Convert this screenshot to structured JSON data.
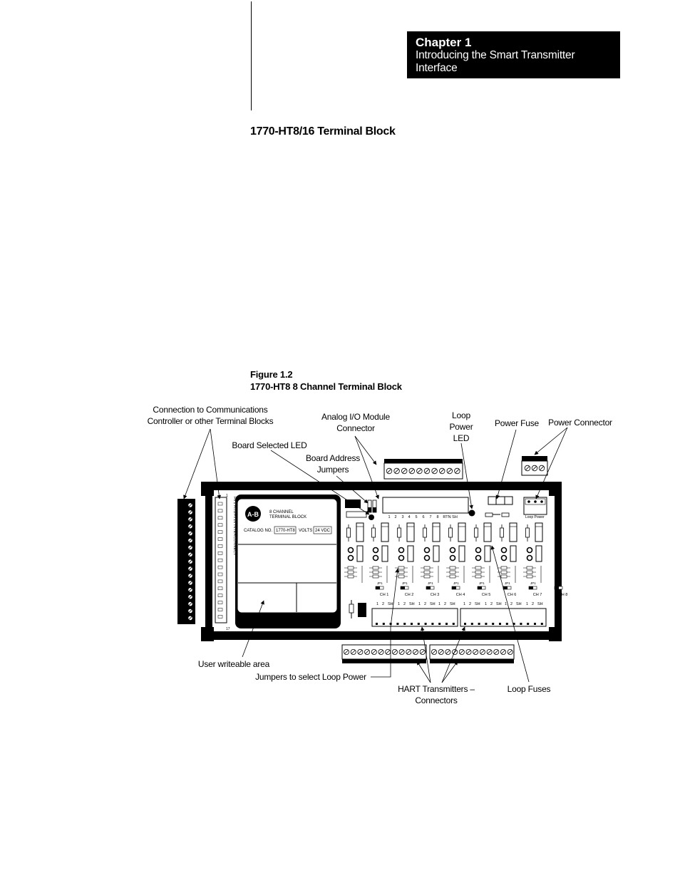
{
  "header": {
    "chapter_label": "Chapter 1",
    "chapter_title_line1": "Introducing the Smart Transmitter",
    "chapter_title_line2": "Interface"
  },
  "section_title": "1770-HT8/16 Terminal Block",
  "figure": {
    "number": "Figure 1.2",
    "title": "1770-HT8 8 Channel Terminal Block"
  },
  "callouts": {
    "comm_line1": "Connection to Communications",
    "comm_line2": "Controller or other Terminal Blocks",
    "analog_line1": "Analog I/O Module",
    "analog_line2": "Connector",
    "loop_led_line1": "Loop",
    "loop_led_line2": "Power",
    "loop_led_line3": "LED",
    "power_fuse": "Power Fuse",
    "power_connector": "Power Connector",
    "board_led": "Board Selected LED",
    "board_addr_line1": "Board Address",
    "board_addr_line2": "Jumpers",
    "user_area": "User writeable area",
    "jumpers_loop": "Jumpers to select Loop Power",
    "hart_line1": "HART Transmitters –",
    "hart_line2": "Connectors",
    "loop_fuses": "Loop Fuses"
  },
  "board": {
    "plate_line1": "8 CHANNEL",
    "plate_line2": "TERMINAL BLOCK",
    "catalog_label": "CATALOG NO.",
    "catalog_value": "1770-HT8",
    "volts_label": "VOLTS",
    "volts_value": "24 VDC",
    "logo": "A-B",
    "interconnect": "HT1 HT8/HT16 INTERCONNECT",
    "pin_top": "1",
    "pin_bottom": "17",
    "analog_labels": [
      "1",
      "2",
      "3",
      "4",
      "5",
      "6",
      "7",
      "8",
      "RTN",
      "SH"
    ],
    "channels": [
      "CH 1",
      "CH 2",
      "CH 3",
      "CH 4",
      "CH 5",
      "CH 6",
      "CH 7",
      "CH 8"
    ],
    "terminal_labels": [
      "1",
      "2",
      "SH"
    ],
    "jumper_label": "JP1",
    "loop_power_label": "Loop Power"
  }
}
